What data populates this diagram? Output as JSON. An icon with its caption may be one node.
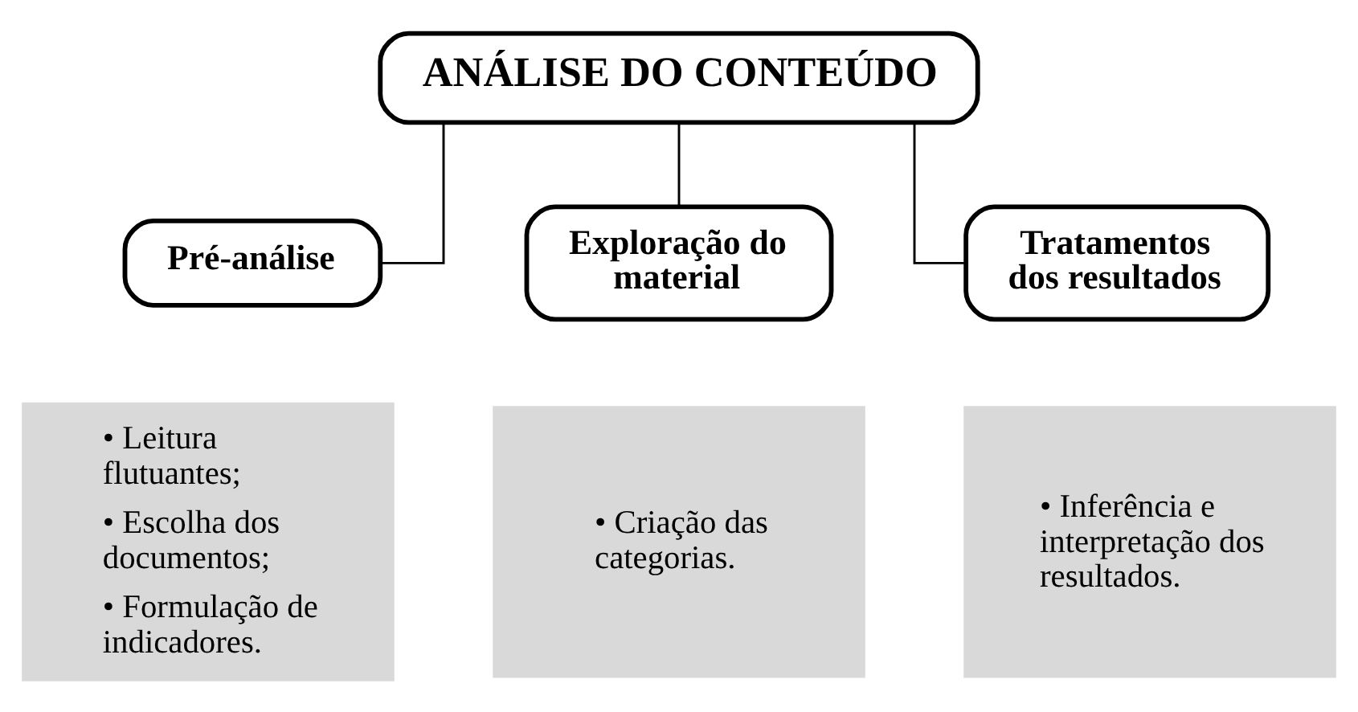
{
  "diagram": {
    "nodes": [
      {
        "text": [
          "ANÁLISE DO CONTEÚDO"
        ]
      },
      {
        "text": [
          "Pré-análise"
        ]
      },
      {
        "text": [
          "Exploração do material"
        ]
      },
      {
        "text": [
          "Tratamentos dos resultados"
        ]
      },
      {
        "text": [
          "• Leitura flutuantes;",
          "• Escolha dos documentos;",
          "• Formulação de indicadores."
        ]
      },
      {
        "text": [
          "• Criação das categorias."
        ]
      },
      {
        "text": [
          "• Inferência e interpretação dos resultados."
        ]
      }
    ],
    "edges": [
      {
        "from": 0,
        "to": 1,
        "arrow": "none"
      },
      {
        "from": 0,
        "to": 2,
        "arrow": "none"
      },
      {
        "from": 0,
        "to": 3,
        "arrow": "none"
      }
    ]
  }
}
